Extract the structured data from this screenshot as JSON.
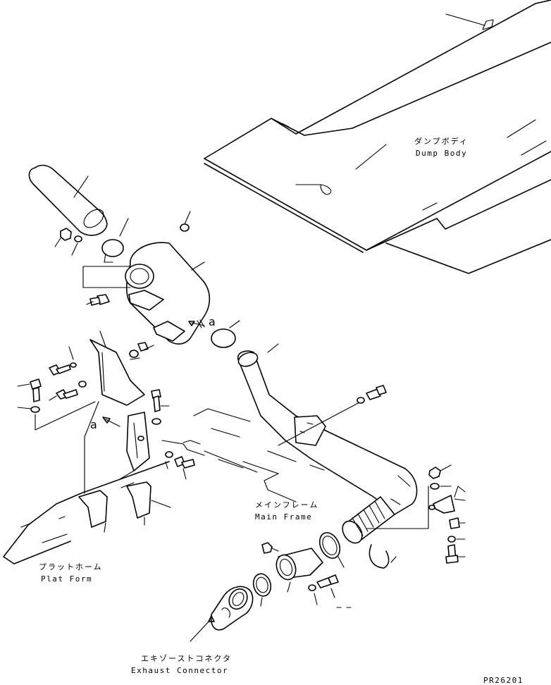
{
  "labels": {
    "dump_body_jp": "ダンプボディ",
    "dump_body_en": "Dump Body",
    "main_frame_jp": "メインフレーム",
    "main_frame_en": "Main Frame",
    "plat_form_jp": "プラットホーム",
    "plat_form_en": "Plat Form",
    "exhaust_jp": "エキゾーストコネクタ",
    "exhaust_en": "Exhaust Connector",
    "marker_a_top": "a",
    "marker_a_left": "a",
    "drawing_number": "PR26201"
  }
}
